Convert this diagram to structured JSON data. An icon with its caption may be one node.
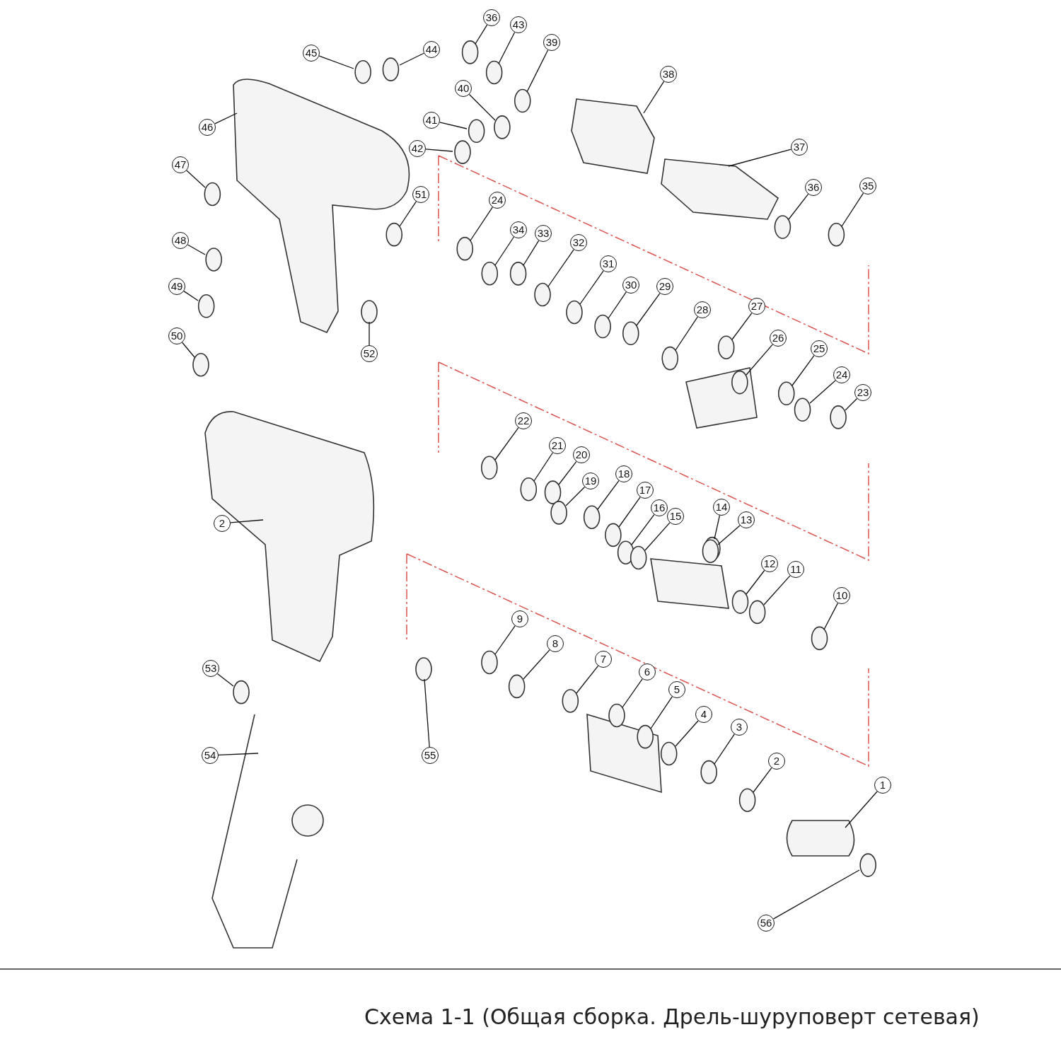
{
  "diagram": {
    "caption": "Схема 1-1 (Общая сборка. Дрель-шуруповерт сетевая)",
    "nodes": [
      {
        "text": [
          "36"
        ]
      },
      {
        "text": [
          "43"
        ]
      },
      {
        "text": [
          "39"
        ]
      },
      {
        "text": [
          "44"
        ]
      },
      {
        "text": [
          "45"
        ]
      },
      {
        "text": [
          "38"
        ]
      },
      {
        "text": [
          "40"
        ]
      },
      {
        "text": [
          "41"
        ]
      },
      {
        "text": [
          "42"
        ]
      },
      {
        "text": [
          "46"
        ]
      },
      {
        "text": [
          "37"
        ]
      },
      {
        "text": [
          "47"
        ]
      },
      {
        "text": [
          "51"
        ]
      },
      {
        "text": [
          "36"
        ]
      },
      {
        "text": [
          "35"
        ]
      },
      {
        "text": [
          "24"
        ]
      },
      {
        "text": [
          "34"
        ]
      },
      {
        "text": [
          "33"
        ]
      },
      {
        "text": [
          "32"
        ]
      },
      {
        "text": [
          "31"
        ]
      },
      {
        "text": [
          "48"
        ]
      },
      {
        "text": [
          "30"
        ]
      },
      {
        "text": [
          "29"
        ]
      },
      {
        "text": [
          "49"
        ]
      },
      {
        "text": [
          "28"
        ]
      },
      {
        "text": [
          "27"
        ]
      },
      {
        "text": [
          "26"
        ]
      },
      {
        "text": [
          "25"
        ]
      },
      {
        "text": [
          "52"
        ]
      },
      {
        "text": [
          "50"
        ]
      },
      {
        "text": [
          "24"
        ]
      },
      {
        "text": [
          "23"
        ]
      },
      {
        "text": [
          "22"
        ]
      },
      {
        "text": [
          "21"
        ]
      },
      {
        "text": [
          "20"
        ]
      },
      {
        "text": [
          "19"
        ]
      },
      {
        "text": [
          "18"
        ]
      },
      {
        "text": [
          "17"
        ]
      },
      {
        "text": [
          "16"
        ]
      },
      {
        "text": [
          "15"
        ]
      },
      {
        "text": [
          "14"
        ]
      },
      {
        "text": [
          "13"
        ]
      },
      {
        "text": [
          "2"
        ]
      },
      {
        "text": [
          "12"
        ]
      },
      {
        "text": [
          "11"
        ]
      },
      {
        "text": [
          "10"
        ]
      },
      {
        "text": [
          "9"
        ]
      },
      {
        "text": [
          "8"
        ]
      },
      {
        "text": [
          "7"
        ]
      },
      {
        "text": [
          "6"
        ]
      },
      {
        "text": [
          "53"
        ]
      },
      {
        "text": [
          "5"
        ]
      },
      {
        "text": [
          "4"
        ]
      },
      {
        "text": [
          "3"
        ]
      },
      {
        "text": [
          "2"
        ]
      },
      {
        "text": [
          "55"
        ]
      },
      {
        "text": [
          "54"
        ]
      },
      {
        "text": [
          "1"
        ]
      },
      {
        "text": [
          "56"
        ]
      }
    ],
    "edges": [
      {
        "from": 0,
        "to": null,
        "arrow": "none"
      },
      {
        "from": 1,
        "to": null,
        "arrow": "none"
      },
      {
        "from": 2,
        "to": null,
        "arrow": "none"
      },
      {
        "from": 3,
        "to": null,
        "arrow": "none"
      },
      {
        "from": 4,
        "to": null,
        "arrow": "none"
      },
      {
        "from": 5,
        "to": null,
        "arrow": "none"
      },
      {
        "from": 6,
        "to": null,
        "arrow": "none"
      },
      {
        "from": 7,
        "to": null,
        "arrow": "none"
      },
      {
        "from": 8,
        "to": null,
        "arrow": "none"
      },
      {
        "from": 9,
        "to": null,
        "arrow": "none"
      },
      {
        "from": 10,
        "to": null,
        "arrow": "none"
      },
      {
        "from": 11,
        "to": null,
        "arrow": "none"
      },
      {
        "from": 12,
        "to": null,
        "arrow": "none"
      },
      {
        "from": 13,
        "to": null,
        "arrow": "none"
      },
      {
        "from": 14,
        "to": null,
        "arrow": "none"
      },
      {
        "from": 15,
        "to": null,
        "arrow": "none"
      },
      {
        "from": 16,
        "to": null,
        "arrow": "none"
      },
      {
        "from": 17,
        "to": null,
        "arrow": "none"
      },
      {
        "from": 18,
        "to": null,
        "arrow": "none"
      },
      {
        "from": 19,
        "to": null,
        "arrow": "none"
      },
      {
        "from": 20,
        "to": null,
        "arrow": "none"
      },
      {
        "from": 21,
        "to": null,
        "arrow": "none"
      },
      {
        "from": 22,
        "to": null,
        "arrow": "none"
      },
      {
        "from": 23,
        "to": null,
        "arrow": "none"
      },
      {
        "from": 24,
        "to": null,
        "arrow": "none"
      },
      {
        "from": 25,
        "to": null,
        "arrow": "none"
      },
      {
        "from": 26,
        "to": null,
        "arrow": "none"
      },
      {
        "from": 27,
        "to": null,
        "arrow": "none"
      },
      {
        "from": 28,
        "to": null,
        "arrow": "none"
      },
      {
        "from": 29,
        "to": null,
        "arrow": "none"
      },
      {
        "from": 30,
        "to": null,
        "arrow": "none"
      },
      {
        "from": 31,
        "to": null,
        "arrow": "none"
      },
      {
        "from": 32,
        "to": null,
        "arrow": "none"
      },
      {
        "from": 33,
        "to": null,
        "arrow": "none"
      },
      {
        "from": 34,
        "to": null,
        "arrow": "none"
      },
      {
        "from": 35,
        "to": null,
        "arrow": "none"
      },
      {
        "from": 36,
        "to": null,
        "arrow": "none"
      },
      {
        "from": 37,
        "to": null,
        "arrow": "none"
      },
      {
        "from": 38,
        "to": null,
        "arrow": "none"
      },
      {
        "from": 39,
        "to": null,
        "arrow": "none"
      },
      {
        "from": 40,
        "to": null,
        "arrow": "none"
      },
      {
        "from": 41,
        "to": null,
        "arrow": "none"
      },
      {
        "from": 42,
        "to": null,
        "arrow": "none"
      },
      {
        "from": 43,
        "to": null,
        "arrow": "none"
      },
      {
        "from": 44,
        "to": null,
        "arrow": "none"
      },
      {
        "from": 45,
        "to": null,
        "arrow": "none"
      },
      {
        "from": 46,
        "to": null,
        "arrow": "none"
      },
      {
        "from": 47,
        "to": null,
        "arrow": "none"
      },
      {
        "from": 48,
        "to": null,
        "arrow": "none"
      },
      {
        "from": 49,
        "to": null,
        "arrow": "none"
      },
      {
        "from": 50,
        "to": null,
        "arrow": "none"
      },
      {
        "from": 51,
        "to": null,
        "arrow": "none"
      },
      {
        "from": 52,
        "to": null,
        "arrow": "none"
      },
      {
        "from": 53,
        "to": null,
        "arrow": "none"
      },
      {
        "from": 54,
        "to": null,
        "arrow": "none"
      },
      {
        "from": 55,
        "to": null,
        "arrow": "none"
      },
      {
        "from": 56,
        "to": null,
        "arrow": "none"
      },
      {
        "from": 57,
        "to": null,
        "arrow": "none"
      },
      {
        "from": 58,
        "to": null,
        "arrow": "none"
      }
    ]
  }
}
